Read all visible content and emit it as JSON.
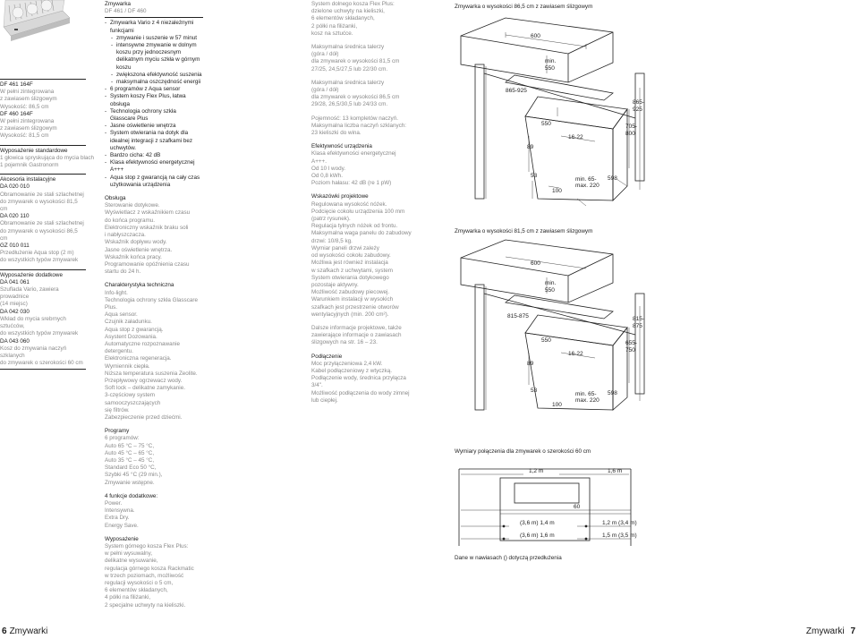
{
  "col1": {
    "models": [
      "DF 461 164F",
      "W pełni zintegrowana",
      "z zawiasem ślizgowym",
      "Wysokość: 86,5 cm",
      "DF 460 164F",
      "W pełni zintegrowana",
      "z zawiasem ślizgowym",
      "Wysokość: 81,5 cm"
    ],
    "standard_title": "Wyposażenie standardowe",
    "standard_lines": [
      "1 głowica spryskująca do mycia blach",
      "1 pojemnik Gastronorm"
    ],
    "acc_title": "Akcesoria instalacyjne",
    "acc_items": [
      {
        "code": "DA 020 010",
        "lines": [
          "Obramowanie ze stali szlachetnej",
          "do zmywarek o wysokości 81,5 cm"
        ]
      },
      {
        "code": "DA 020 110",
        "lines": [
          "Obramowanie ze stali szlachetnej",
          "do zmywarek o wysokości 86,5 cm"
        ]
      },
      {
        "code": "GZ 010 011",
        "lines": [
          "Przedłużenie Aqua stop (2 m)",
          "do wszystkich typów zmywarek"
        ]
      }
    ],
    "extra_title": "Wyposażenie dodatkowe",
    "extra_items": [
      {
        "code": "DA 041 061",
        "lines": [
          "Szuflada Vario, zawiera prowadnice",
          "(14 miejsc)"
        ]
      },
      {
        "code": "DA 042 030",
        "lines": [
          "Wkład do mycia srebrnych sztućców,",
          "do wszystkich typów zmywarek"
        ]
      },
      {
        "code": "DA 043 060",
        "lines": [
          "Kosz do zmywania naczyń szklanych",
          "do zmywarek o szerokości 60 cm"
        ]
      }
    ]
  },
  "col2": {
    "header": "Zmywarka",
    "subheader": "DF 461 / DF 460",
    "features": [
      {
        "text": "Zmywarka Vario z 4 niezależnymi",
        "sub": false,
        "bullet": true
      },
      {
        "text": "funkcjami",
        "sub": false,
        "bullet": false
      },
      {
        "text": "zmywanie i suszenie w 57 minut",
        "sub": true,
        "bullet": true
      },
      {
        "text": "intensywne zmywanie w dolnym",
        "sub": true,
        "bullet": true
      },
      {
        "text": "koszu przy jednoczesnym",
        "sub": true,
        "bullet": false
      },
      {
        "text": "delikatnym myciu szkła w górnym",
        "sub": true,
        "bullet": false
      },
      {
        "text": "koszu",
        "sub": true,
        "bullet": false
      },
      {
        "text": "zwiększona efektywność suszenia",
        "sub": true,
        "bullet": true
      },
      {
        "text": "maksymalna oszczędność energii",
        "sub": true,
        "bullet": true
      },
      {
        "text": "6 programów z Aqua sensor",
        "sub": false,
        "bullet": true
      },
      {
        "text": "System koszy Flex Plus, łatwa",
        "sub": false,
        "bullet": true
      },
      {
        "text": "obsługa",
        "sub": false,
        "bullet": false
      },
      {
        "text": "Technologia ochrony szkła",
        "sub": false,
        "bullet": true
      },
      {
        "text": "Glasscare Plus",
        "sub": false,
        "bullet": false
      },
      {
        "text": "Jasne oświetlenie wnętrza",
        "sub": false,
        "bullet": true
      },
      {
        "text": "System otwierania na dotyk dla",
        "sub": false,
        "bullet": true
      },
      {
        "text": "idealnej integracji z szafkami bez",
        "sub": false,
        "bullet": false
      },
      {
        "text": "uchwytów.",
        "sub": false,
        "bullet": false
      },
      {
        "text": "Bardzo cicha: 42 dB",
        "sub": false,
        "bullet": true
      },
      {
        "text": "Klasa efektywności energetycznej",
        "sub": false,
        "bullet": true
      },
      {
        "text": "A+++",
        "sub": false,
        "bullet": false
      },
      {
        "text": "Aqua stop z gwarancją na cały czas",
        "sub": false,
        "bullet": true
      },
      {
        "text": "użytkowania urządzenia",
        "sub": false,
        "bullet": false
      }
    ],
    "sections": [
      {
        "title": "Obsługa",
        "lines": [
          "Sterowanie dotykowe.",
          "Wyświetlacz z wskaźnikiem czasu",
          "do końca programu.",
          "Elektroniczny wskaźnik braku soli",
          "i nabłyszczacza.",
          "Wskaźnik dopływu wody.",
          "Jasne oświetlenie wnętrza.",
          "Wskaźnik końca pracy.",
          "Programowanie opóźnienia czasu",
          "startu do 24 h."
        ]
      },
      {
        "title": "Charakterystyka techniczna",
        "lines": [
          "Info-light.",
          "Technologia ochrony szkła Glasscare",
          "Plus.",
          "Aqua sensor.",
          "Czujnik załadunku.",
          "Aqua stop z gwarancją.",
          "Asystent Dozowania.",
          "Automatyczne rozpoznawanie",
          "detergentu.",
          "Elektroniczna regeneracja.",
          "Wymiennik ciepła.",
          "Niższa temperatura suszenia Zeolite.",
          "Przepływowy ogrzewacz wody.",
          "Soft lock – delikatne zamykanie.",
          "3-częściowy system samooczyszczających",
          "się filtrów.",
          "Zabezpieczenie przed dziećmi."
        ]
      },
      {
        "title": "Programy",
        "lines": [
          "6 programów:",
          "Auto 65 °C – 75 °C,",
          "Auto 45 °C – 65 °C,",
          "Auto 35 °C – 45 °C,",
          "Standard Eco 50 °C,",
          "Szybki 45 °C (29 min.),",
          "Zmywanie wstępne."
        ]
      },
      {
        "title": "4 funkcje dodatkowe:",
        "lines": [
          "Power.",
          "Intensywna.",
          "Extra Dry.",
          "Energy Save."
        ]
      },
      {
        "title": "Wyposażenie",
        "lines": [
          "System górnego kosza Flex Plus:",
          "w pełni wysuwalny,",
          "delikatne wysuwanie,",
          "regulacja górnego kosza Rackmatic",
          "w trzech poziomach, możliwość",
          "regulacji wysokości o 5 cm,",
          "6 elementów składanych,",
          "4 półki na filiżanki,",
          "2 specjalne uchwyty na kieliszki."
        ]
      }
    ]
  },
  "col3": {
    "intro_lines": [
      "System dolnego kosza Flex Plus:",
      "dzielone uchwyty na kieliszki,",
      "6 elementów składanych,",
      "2 półki na filiżanki,",
      "kosz na sztućce."
    ],
    "blocks": [
      {
        "title": "",
        "lines": [
          "Maksymalna średnica talerzy",
          "(góra / dół)",
          "dla zmywarek o wysokości 81,5 cm",
          "27/25, 24,5/27,5 lub 22/30 cm."
        ]
      },
      {
        "title": "",
        "lines": [
          "Maksymalna średnica talerzy",
          "(góra / dół)",
          "dla zmywarek o wysokości 86,5 cm",
          "29/28, 26,5/30,5 lub 24/33 cm."
        ]
      },
      {
        "title": "",
        "lines": [
          "Pojemność: 13 kompletów naczyń.",
          "Maksymalna liczba naczyń szklanych:",
          "23 kieliszki do wina."
        ]
      },
      {
        "title": "Efektywność urządzenia",
        "lines": [
          "Klasa efektywności energetycznej",
          "A+++.",
          "Od 10 l wody.",
          "Od 0,8 kWh.",
          "Poziom hałasu: 42 dB (re 1 pW)"
        ]
      },
      {
        "title": "Wskazówki projektowe",
        "lines": [
          "Regulowana wysokość nóżek.",
          "Podcięcie cokołu urządzenia 100 mm",
          "(patrz rysunek).",
          "Regulacja tylnych nóżek od frontu.",
          "Maksymalna waga panelu do zabudowy",
          "drzwi: 10/8,5 kg.",
          "Wymiar paneli drzwi zależy",
          "od wysokości cokołu zabudowy.",
          "Możliwa jest również instalacja",
          "w szafkach z uchwytami, system",
          "System otwierania dotykowego",
          "pozostaje aktywny.",
          "Możliwość zabudowy piecowej.",
          "Warunkiem instalacji w wysokich",
          "szafkach jest przestrzenie otworów",
          "wentylacyjnych (min. 200 cm²)."
        ]
      },
      {
        "title": "",
        "lines": [
          "Dalsze informacje projektowe, także",
          "zawierające informacje o zawiasach",
          "ślizgowych na str. 16 – 23."
        ]
      },
      {
        "title": "Podłączenie",
        "lines": [
          "Moc przyłączeniowa 2,4 kW.",
          "Kabel podłączeniowy z wtyczką.",
          "Podłączenie wody, średnica przyłącza",
          "3/4\".",
          "Możliwość podłączenia do wody zimnej",
          "lub ciepłej."
        ]
      }
    ]
  },
  "diagrams": {
    "d1_title": "Zmywarka o wysokości 86,5 cm z zawiasem ślizgowym",
    "d2_title": "Zmywarka o wysokości 81,5 cm z zawiasem ślizgowym",
    "d3_title": "Wymiary połączenia dla zmywarek o szerokości 60 cm",
    "d3_note": "Dane w nawiasach () dotyczą przedłużenia",
    "d1": {
      "w600": "600",
      "min": "min.",
      "v550": "550",
      "h": "865-925",
      "d550": "550",
      "d1622": "16-22",
      "v89": "89",
      "v53": "53",
      "v100": "100",
      "min65": "min. 65-",
      "max220": "max. 220",
      "v598": "598",
      "v705": "705-",
      "v800": "800",
      "r865": "865-",
      "r925": "925"
    },
    "d2": {
      "w600": "600",
      "min": "min.",
      "v550": "550",
      "h": "815-875",
      "d550": "550",
      "d1622": "16-22",
      "v89": "89",
      "v53": "53",
      "v100": "100",
      "min65": "min. 65-",
      "max220": "max. 220",
      "v598": "598",
      "v655": "655-",
      "v750": "750",
      "r815": "815-",
      "r875": "875"
    },
    "d3": {
      "v12": "1,2 m",
      "v16": "1,6 m",
      "v60": "60",
      "v36": "(3,6 m) 1,4 m",
      "v34": "1,2 m (3,4 m)",
      "v36b": "(3,6 m) 1,6 m",
      "v35": "1,5 m (3,5 m)"
    }
  },
  "footer": {
    "left_num": "6",
    "left_text": "Zmywarki",
    "right_text": "Zmywarki",
    "right_num": "7"
  }
}
